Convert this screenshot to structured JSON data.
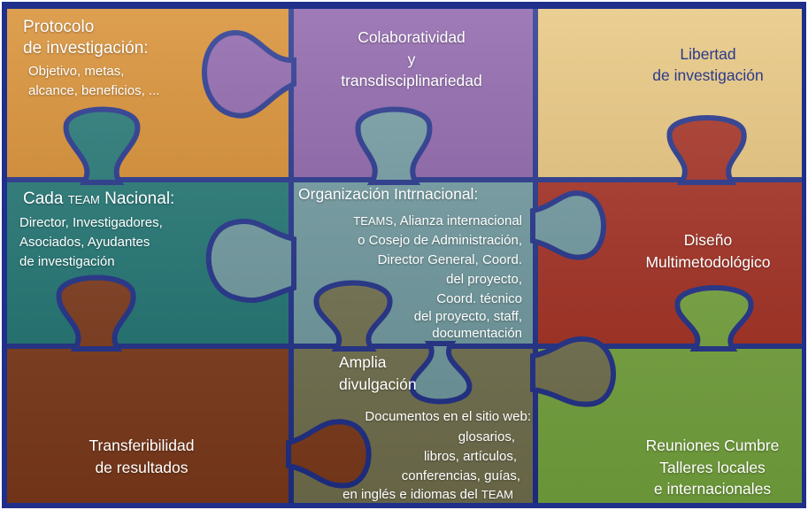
{
  "colors": {
    "border": "#1f2f8a",
    "outline_light": "#7f9fc9",
    "orange": "#d68a2a",
    "purple": "#8a5fa8",
    "beige": "#e7c47a",
    "teal": "#1e7573",
    "slate": "#6f9aa0",
    "red": "#a62d1f",
    "brown": "#803b1b",
    "olive": "#74724f",
    "green": "#78a83f"
  },
  "pieces": {
    "protocolo": {
      "title_l1": "Protocolo",
      "title_l2": "de investigación:",
      "body_l1": "Objetivo, metas,",
      "body_l2": "alcance, beneficios, ..."
    },
    "colaboratividad": {
      "l1": "Colaboratividad",
      "l2": "y",
      "l3": "transdisciplinariedad"
    },
    "libertad": {
      "l1": "Libertad",
      "l2": "de investigación"
    },
    "team_nacional": {
      "title_prefix": "Cada",
      "title_caps": "TEAM",
      "title_suffix": "Nacional:",
      "body_l1": "Director, Investigadores,",
      "body_l2": "Asociados, Ayudantes",
      "body_l3": "de investigación"
    },
    "organizacion": {
      "title": "Organización Intrnacional:",
      "l1_caps": "TEAMS",
      "l1_rest": ", Alianza internacional",
      "l2": "o Cosejo de Administración,",
      "l3": "Director General, Coord.",
      "l4": "del proyecto,",
      "l5": "Coord. técnico",
      "l6": "del proyecto, staff,",
      "l7": "documentación"
    },
    "diseno": {
      "l1": "Diseño",
      "l2": "Multimetodológico"
    },
    "transferibilidad": {
      "l1": "Transferibilidad",
      "l2": "de resultados"
    },
    "divulgacion": {
      "title_l1": "Amplia",
      "title_l2": "divulgación",
      "l1": "Documentos en el sitio web:",
      "l2": "glosarios,",
      "l3": "libros, artículos,",
      "l4": "conferencias, guías,",
      "l5_prefix": "en inglés e idiomas del",
      "l5_caps": "TEAM"
    },
    "reuniones": {
      "l1": "Reuniones Cumbre",
      "l2": "Talleres locales",
      "l3": "e internacionales"
    }
  }
}
